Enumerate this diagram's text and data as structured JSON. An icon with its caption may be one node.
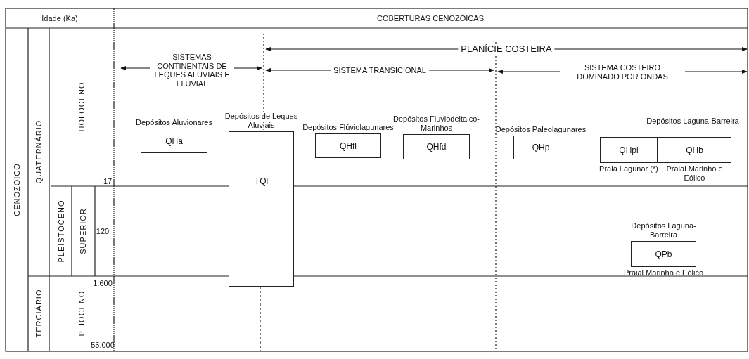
{
  "diagram": {
    "nodes": [
      {
        "text": [
          "Depósitos Aluvionares",
          "QHa"
        ]
      },
      {
        "text": [
          "Depósitos de Leques Aluviais",
          "TQl"
        ]
      },
      {
        "text": [
          "Depósitos Flúviolagunares",
          "QHfl"
        ]
      },
      {
        "text": [
          "Depósitos Fluviodeltaico-Marinhos",
          "QHfd"
        ]
      },
      {
        "text": [
          "Depósitos Paleolagunares",
          "QHp"
        ]
      },
      {
        "text": [
          "QHpl"
        ],
        "beside": [
          "Praia Lagunar (*)"
        ]
      },
      {
        "text": [
          "QHb"
        ],
        "beside": [
          "Praial Marinho e Eólico"
        ]
      },
      {
        "text": [
          "Depósitos Laguna-Barreira",
          "QPb"
        ],
        "beside": [
          "Praial Marinho e Eólico"
        ]
      }
    ],
    "labels": [
      "Idade (Ka)",
      "COBERTURAS CENOZÓICAS",
      "SISTEMAS CONTINENTAIS DE LEQUES ALUVIAIS E FLUVIAL",
      "PLANÍCIE COSTEIRA",
      "SISTEMA TRANSICIONAL",
      "SISTEMA COSTEIRO DOMINADO POR ONDAS",
      "Depósitos Laguna-Barreira",
      "CENOZÓICO",
      "QUATERNÁRIO",
      "HOLOCENO",
      "17",
      "PLEISTOCENO",
      "SUPERIOR",
      "120",
      "TERCIÁRIO",
      "PLIOCENO",
      "1.600",
      "55.000"
    ]
  }
}
